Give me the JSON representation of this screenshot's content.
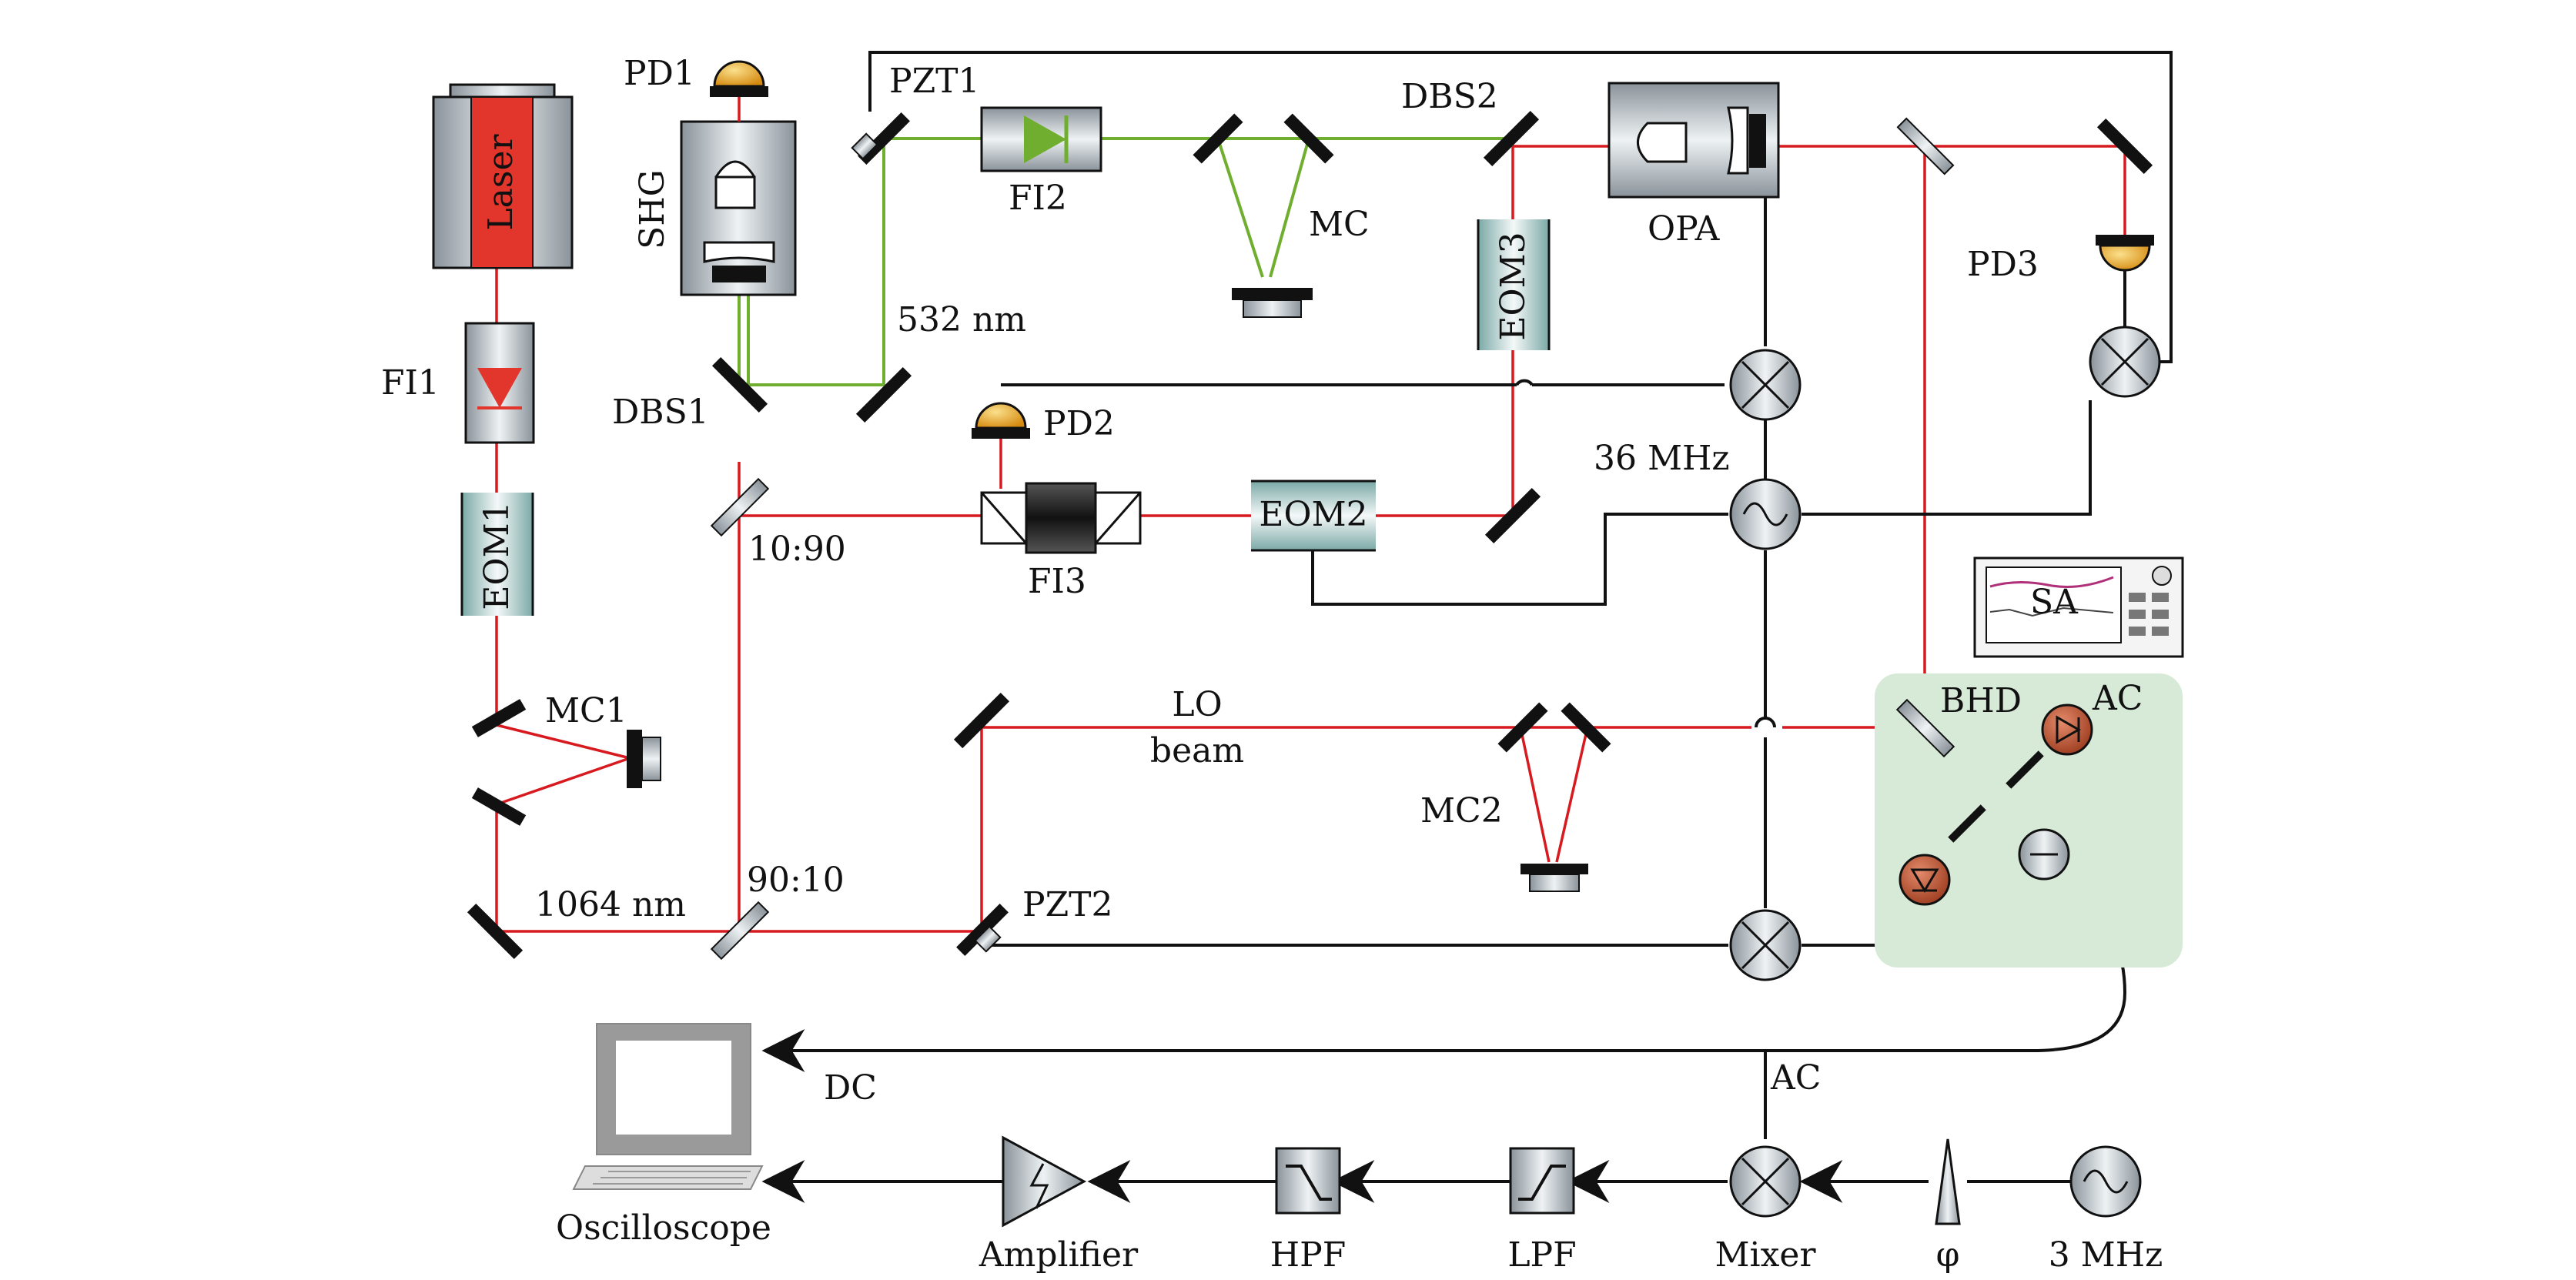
{
  "labels": {
    "laser": "Laser",
    "pd1": "PD1",
    "pzt1": "PZT1",
    "dbs2": "DBS2",
    "shg": "SHG",
    "fi2": "FI2",
    "mc": "MC",
    "opa": "OPA",
    "fi1": "FI1",
    "eom3": "EOM3",
    "pd3": "PD3",
    "dbs1": "DBS1",
    "nm532": "532 nm",
    "pd2": "PD2",
    "mhz36": "36 MHz",
    "eom1": "EOM1",
    "ratio1090": "10:90",
    "fi3": "FI3",
    "eom2": "EOM2",
    "sa": "SA",
    "lo": "LO",
    "beam": "beam",
    "bhd": "BHD",
    "ac_top": "AC",
    "mc1": "MC1",
    "mc2": "MC2",
    "nm1064": "1064 nm",
    "ratio9010": "90:10",
    "pzt2": "PZT2",
    "dc": "DC",
    "ac_bottom": "AC",
    "oscilloscope": "Oscilloscope",
    "amplifier": "Amplifier",
    "hpf": "HPF",
    "lpf": "LPF",
    "mixer": "Mixer",
    "phi": "φ",
    "mhz3": "3 MHz"
  },
  "colors": {
    "beam_1064": "#d71a1f",
    "beam_532": "#6fae2e",
    "bhd_box": "#d6ead7",
    "photodiode": "#e8a21c",
    "bhd_diode": "#c0502e"
  }
}
